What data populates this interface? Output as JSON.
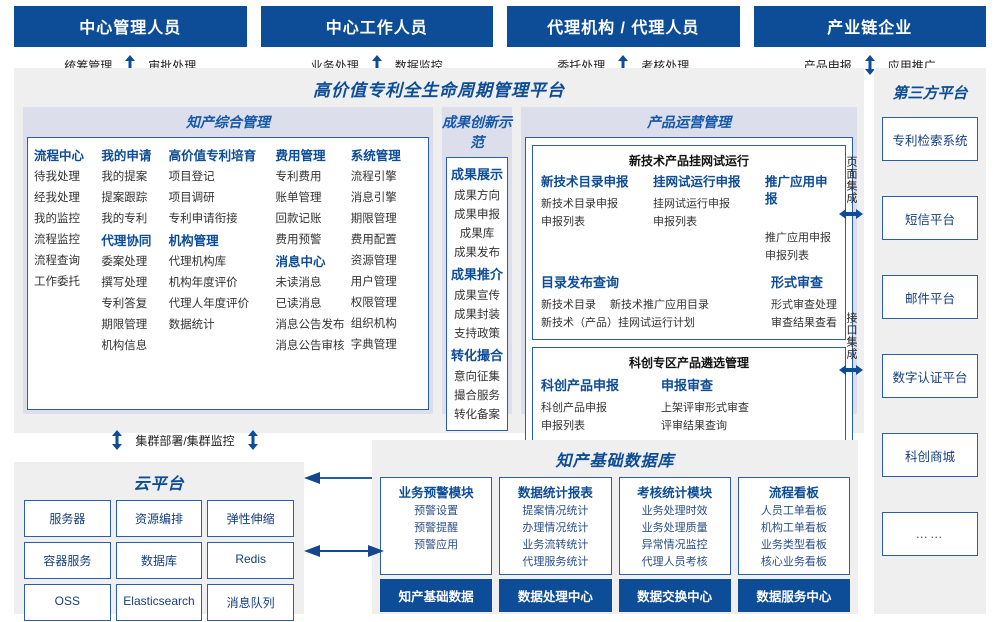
{
  "roles": [
    {
      "title": "中心管理人员",
      "left": "统筹管理",
      "right": "审批处理"
    },
    {
      "title": "中心工作人员",
      "left": "业务处理",
      "right": "数据监控"
    },
    {
      "title": "代理机构 / 代理人员",
      "left": "委托处理",
      "right": "考核处理"
    },
    {
      "title": "产业链企业",
      "left": "产品申报",
      "right": "应用推广"
    }
  ],
  "platform": {
    "title": "高价值专利全生命周期管理平台",
    "panels": {
      "zhichan": {
        "title": "知产综合管理",
        "columns": [
          {
            "blocks": [
              {
                "group": "流程中心",
                "items": [
                  "待我处理",
                  "经我处理",
                  "我的监控",
                  "流程监控",
                  "流程查询",
                  "工作委托"
                ]
              }
            ]
          },
          {
            "blocks": [
              {
                "group": "我的申请",
                "items": [
                  "我的提案",
                  "提案跟踪",
                  "我的专利"
                ]
              },
              {
                "group": "代理协同",
                "items": [
                  "委案处理",
                  "撰写处理",
                  "专利答复",
                  "期限管理",
                  "机构信息"
                ]
              }
            ]
          },
          {
            "blocks": [
              {
                "group": "高价值专利培育",
                "items": [
                  "项目登记",
                  "项目调研",
                  "专利申请衔接"
                ]
              },
              {
                "group": "机构管理",
                "items": [
                  "代理机构库",
                  "机构年度评价",
                  "代理人年度评价",
                  "数据统计"
                ]
              }
            ]
          },
          {
            "blocks": [
              {
                "group": "费用管理",
                "items": [
                  "专利费用",
                  "账单管理",
                  "回款记账",
                  "费用预警"
                ]
              },
              {
                "group": "消息中心",
                "items": [
                  "未读消息",
                  "已读消息",
                  "消息公告发布",
                  "消息公告审核"
                ]
              }
            ]
          },
          {
            "blocks": [
              {
                "group": "系统管理",
                "items": [
                  "流程引擎",
                  "消息引擎",
                  "期限管理",
                  "费用配置",
                  "资源管理",
                  "用户管理",
                  "权限管理",
                  "组织机构",
                  "字典管理"
                ]
              }
            ]
          }
        ]
      },
      "chengguo": {
        "title": "成果创新示范",
        "blocks": [
          {
            "group": "成果展示",
            "items": [
              "成果方向",
              "成果申报",
              "成果库",
              "成果发布"
            ]
          },
          {
            "group": "成果推介",
            "items": [
              "成果宣传",
              "成果封装",
              "支持政策"
            ]
          },
          {
            "group": "转化撮合",
            "items": [
              "意向征集",
              "撮合服务",
              "转化备案"
            ]
          }
        ]
      },
      "chanpin": {
        "title": "产品运营管理",
        "sub1": {
          "title": "新技术产品挂网试运行",
          "cols": [
            {
              "group": "新技术目录申报",
              "items": [
                "新技术目录申报",
                "申报列表"
              ]
            },
            {
              "group": "挂网试运行申报",
              "items": [
                "挂网试运行申报",
                "申报列表"
              ]
            },
            {
              "group": "推广应用申报",
              "items": [
                "推广应用申报",
                "申报列表"
              ]
            }
          ],
          "row2_left_group": "目录发布查询",
          "row2_left_inline": [
            "新技术目录",
            "新技术推广应用目录"
          ],
          "row2_left_line2": "新技术（产品）挂网试运行计划",
          "row2_right_group": "形式审查",
          "row2_right_items": [
            "形式审查处理",
            "审查结果查看"
          ]
        },
        "sub2": {
          "title": "科创专区产品遴选管理",
          "cols": [
            {
              "group": "科创产品申报",
              "items": [
                "科创产品申报",
                "申报列表"
              ]
            },
            {
              "group": "申报审查",
              "items": [
                "上架评审形式审查",
                "评审结果查询"
              ]
            }
          ]
        }
      }
    }
  },
  "integration": {
    "page_label": "页面集成",
    "api_label": "接口集成"
  },
  "third_party": {
    "title": "第三方平台",
    "items": [
      "专利检索系统",
      "短信平台",
      "邮件平台",
      "数字认证平台",
      "科创商城",
      "……"
    ]
  },
  "cloud": {
    "cluster_label": "集群部署/集群监控",
    "title": "云平台",
    "items": [
      "服务器",
      "资源编排",
      "弹性伸缩",
      "容器服务",
      "数据库",
      "Redis",
      "OSS",
      "Elasticsearch",
      "消息队列"
    ]
  },
  "datalib": {
    "title": "知产基础数据库",
    "columns": [
      {
        "header": "业务预警模块",
        "items": [
          "预警设置",
          "预警提醒",
          "预警应用"
        ],
        "footer": "知产基础数据"
      },
      {
        "header": "数据统计报表",
        "items": [
          "提案情况统计",
          "办理情况统计",
          "业务流转统计",
          "代理服务统计"
        ],
        "footer": "数据处理中心"
      },
      {
        "header": "考核统计模块",
        "items": [
          "业务处理时效",
          "业务处理质量",
          "异常情况监控",
          "代理人员考核"
        ],
        "footer": "数据交换中心"
      },
      {
        "header": "流程看板",
        "items": [
          "人员工单看板",
          "机构工单看板",
          "业务类型看板",
          "核心业务看板"
        ],
        "footer": "数据服务中心"
      }
    ]
  },
  "colors": {
    "brand_blue": "#0D4C96",
    "panel_header_bg": "#DCDEEC",
    "frame_bg": "#EFEFEF",
    "border_blue": "#2B5EA8"
  }
}
